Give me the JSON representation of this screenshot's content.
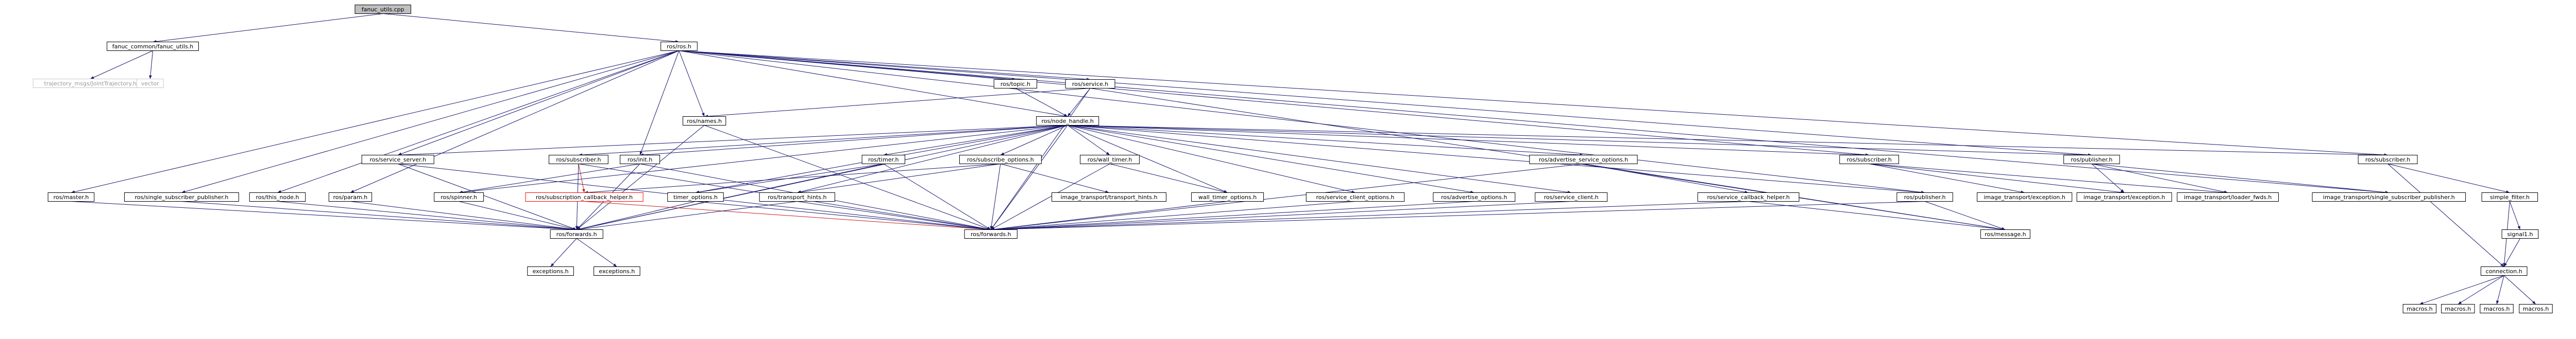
{
  "colors": {
    "edge": "#191970",
    "edge_red": "#c81e1e",
    "node_border": "#000000",
    "node_fill": "#ffffff",
    "root_fill": "#bfbfbf",
    "missing_text": "#9a9a9a",
    "missing_border": "#c8c8c8",
    "red_border": "#ff0000"
  },
  "nodes": {
    "fanuc_utils_cpp": {
      "label": "fanuc_utils.cpp",
      "style": "root"
    },
    "fanuc_common_fanuc_utils_h": {
      "label": "fanuc_common/fanuc_utils.h",
      "style": "normal"
    },
    "trajectory_msgs_jointtrajectory_h": {
      "label": "trajectory_msgs/JointTrajectory.h",
      "style": "missing"
    },
    "vector": {
      "label": "vector",
      "style": "missing"
    },
    "ros_ros_h": {
      "label": "ros/ros.h",
      "style": "normal"
    },
    "ros_topic_h": {
      "label": "ros/topic.h",
      "style": "normal"
    },
    "ros_service_h": {
      "label": "ros/service.h",
      "style": "normal"
    },
    "ros_names_h": {
      "label": "ros/names.h",
      "style": "normal"
    },
    "ros_node_handle_h": {
      "label": "ros/node_handle.h",
      "style": "normal"
    },
    "ros_service_server_h": {
      "label": "ros/service_server.h",
      "style": "normal"
    },
    "ros_subscriber_h_1": {
      "label": "ros/subscriber.h",
      "style": "normal"
    },
    "ros_init_h": {
      "label": "ros/init.h",
      "style": "normal"
    },
    "ros_timer_h": {
      "label": "ros/timer.h",
      "style": "normal"
    },
    "ros_subscribe_options_h": {
      "label": "ros/subscribe_options.h",
      "style": "normal"
    },
    "ros_wall_timer_h": {
      "label": "ros/wall_timer.h",
      "style": "normal"
    },
    "ros_advertise_service_options_h": {
      "label": "ros/advertise_service_options.h",
      "style": "normal"
    },
    "ros_subscriber_h_2": {
      "label": "ros/subscriber.h",
      "style": "normal"
    },
    "ros_publisher_h_1": {
      "label": "ros/publisher.h",
      "style": "normal"
    },
    "ros_subscriber_h_3": {
      "label": "ros/subscriber.h",
      "style": "normal"
    },
    "ros_master_h": {
      "label": "ros/master.h",
      "style": "normal"
    },
    "ros_single_subscriber_publisher_h": {
      "label": "ros/single_subscriber_publisher.h",
      "style": "normal"
    },
    "ros_this_node_h": {
      "label": "ros/this_node.h",
      "style": "normal"
    },
    "ros_param_h": {
      "label": "ros/param.h",
      "style": "normal"
    },
    "ros_spinner_h": {
      "label": "ros/spinner.h",
      "style": "normal"
    },
    "ros_subscription_callback_helper_h": {
      "label": "ros/subscription_callback_helper.h",
      "style": "red"
    },
    "timer_options_h": {
      "label": "timer_options.h",
      "style": "normal"
    },
    "ros_transport_hints_h": {
      "label": "ros/transport_hints.h",
      "style": "normal"
    },
    "image_transport_transport_hints_h": {
      "label": "image_transport/transport_hints.h",
      "style": "normal"
    },
    "wall_timer_options_h": {
      "label": "wall_timer_options.h",
      "style": "normal"
    },
    "ros_service_client_options_h": {
      "label": "ros/service_client_options.h",
      "style": "normal"
    },
    "ros_advertise_options_h": {
      "label": "ros/advertise_options.h",
      "style": "normal"
    },
    "ros_service_client_h": {
      "label": "ros/service_client.h",
      "style": "normal"
    },
    "ros_service_callback_helper_h": {
      "label": "ros/service_callback_helper.h",
      "style": "normal"
    },
    "ros_publisher_h_2": {
      "label": "ros/publisher.h",
      "style": "normal"
    },
    "image_transport_exception_h_1": {
      "label": "image_transport/exception.h",
      "style": "normal"
    },
    "image_transport_exception_h_2": {
      "label": "image_transport/exception.h",
      "style": "normal"
    },
    "image_transport_loader_fwds_h": {
      "label": "image_transport/loader_fwds.h",
      "style": "normal"
    },
    "image_transport_single_subscriber_publisher_h": {
      "label": "image_transport/single_subscriber_publisher.h",
      "style": "normal"
    },
    "simple_filter_h": {
      "label": "simple_filter.h",
      "style": "normal"
    },
    "signal1_h": {
      "label": "signal1.h",
      "style": "normal"
    },
    "ros_forwards_h_1": {
      "label": "ros/forwards.h",
      "style": "normal"
    },
    "ros_forwards_h_2": {
      "label": "ros/forwards.h",
      "style": "normal"
    },
    "ros_message_h": {
      "label": "ros/message.h",
      "style": "normal"
    },
    "connection_h": {
      "label": "connection.h",
      "style": "normal"
    },
    "exceptions_h_1": {
      "label": "exceptions.h",
      "style": "normal"
    },
    "exceptions_h_2": {
      "label": "exceptions.h",
      "style": "normal"
    },
    "macros_h_1": {
      "label": "macros.h",
      "style": "normal"
    },
    "macros_h_2": {
      "label": "macros.h",
      "style": "normal"
    },
    "macros_h_3": {
      "label": "macros.h",
      "style": "normal"
    },
    "macros_h_4": {
      "label": "macros.h",
      "style": "normal"
    }
  },
  "edges": [
    [
      "fanuc_utils_cpp",
      "fanuc_common_fanuc_utils_h"
    ],
    [
      "fanuc_utils_cpp",
      "ros_ros_h"
    ],
    [
      "fanuc_common_fanuc_utils_h",
      "trajectory_msgs_jointtrajectory_h"
    ],
    [
      "fanuc_common_fanuc_utils_h",
      "vector"
    ],
    [
      "ros_ros_h",
      "ros_topic_h"
    ],
    [
      "ros_ros_h",
      "ros_service_h"
    ],
    [
      "ros_ros_h",
      "ros_names_h"
    ],
    [
      "ros_ros_h",
      "ros_node_handle_h"
    ],
    [
      "ros_ros_h",
      "ros_master_h"
    ],
    [
      "ros_ros_h",
      "ros_single_subscriber_publisher_h"
    ],
    [
      "ros_ros_h",
      "ros_this_node_h"
    ],
    [
      "ros_ros_h",
      "ros_param_h"
    ],
    [
      "ros_ros_h",
      "ros_service_server_h"
    ],
    [
      "ros_ros_h",
      "ros_init_h"
    ],
    [
      "ros_ros_h",
      "ros_subscriber_h_2"
    ],
    [
      "ros_ros_h",
      "ros_publisher_h_1"
    ],
    [
      "ros_ros_h",
      "ros_subscriber_h_3"
    ],
    [
      "ros_ros_h",
      "image_transport_single_subscriber_publisher_h"
    ],
    [
      "ros_ros_h",
      "ros_publisher_h_2"
    ],
    [
      "ros_topic_h",
      "ros_node_handle_h"
    ],
    [
      "ros_service_h",
      "ros_node_handle_h"
    ],
    [
      "ros_service_h",
      "ros_names_h"
    ],
    [
      "ros_service_h",
      "ros_message_h"
    ],
    [
      "ros_service_h",
      "ros_forwards_h_2"
    ],
    [
      "ros_names_h",
      "ros_forwards_h_1"
    ],
    [
      "ros_names_h",
      "ros_forwards_h_2"
    ],
    [
      "ros_node_handle_h",
      "ros_service_server_h"
    ],
    [
      "ros_node_handle_h",
      "ros_subscriber_h_1"
    ],
    [
      "ros_node_handle_h",
      "ros_init_h"
    ],
    [
      "ros_node_handle_h",
      "ros_timer_h"
    ],
    [
      "ros_node_handle_h",
      "ros_subscribe_options_h"
    ],
    [
      "ros_node_handle_h",
      "ros_wall_timer_h"
    ],
    [
      "ros_node_handle_h",
      "ros_advertise_service_options_h"
    ],
    [
      "ros_node_handle_h",
      "ros_subscriber_h_2"
    ],
    [
      "ros_node_handle_h",
      "ros_publisher_h_1"
    ],
    [
      "ros_node_handle_h",
      "ros_subscriber_h_3"
    ],
    [
      "ros_node_handle_h",
      "ros_spinner_h"
    ],
    [
      "ros_node_handle_h",
      "timer_options_h"
    ],
    [
      "ros_node_handle_h",
      "ros_transport_hints_h"
    ],
    [
      "ros_node_handle_h",
      "wall_timer_options_h"
    ],
    [
      "ros_node_handle_h",
      "ros_service_client_options_h"
    ],
    [
      "ros_node_handle_h",
      "ros_advertise_options_h"
    ],
    [
      "ros_node_handle_h",
      "ros_service_client_h"
    ],
    [
      "ros_node_handle_h",
      "ros_publisher_h_2"
    ],
    [
      "ros_node_handle_h",
      "ros_forwards_h_1"
    ],
    [
      "ros_node_handle_h",
      "ros_forwards_h_2"
    ],
    [
      "ros_service_server_h",
      "ros_forwards_h_1"
    ],
    [
      "ros_service_server_h",
      "ros_forwards_h_2"
    ],
    [
      "ros_subscriber_h_1",
      "ros_subscription_callback_helper_h",
      "red"
    ],
    [
      "ros_subscriber_h_1",
      "ros_forwards_h_1"
    ],
    [
      "ros_subscriber_h_1",
      "ros_forwards_h_2"
    ],
    [
      "ros_init_h",
      "ros_spinner_h"
    ],
    [
      "ros_init_h",
      "ros_forwards_h_1"
    ],
    [
      "ros_init_h",
      "ros_forwards_h_2"
    ],
    [
      "ros_timer_h",
      "timer_options_h"
    ],
    [
      "ros_timer_h",
      "ros_forwards_h_1"
    ],
    [
      "ros_timer_h",
      "ros_forwards_h_2"
    ],
    [
      "ros_subscribe_options_h",
      "ros_transport_hints_h"
    ],
    [
      "ros_subscribe_options_h",
      "image_transport_transport_hints_h"
    ],
    [
      "ros_subscribe_options_h",
      "ros_subscription_callback_helper_h"
    ],
    [
      "ros_subscribe_options_h",
      "ros_forwards_h_2"
    ],
    [
      "ros_wall_timer_h",
      "wall_timer_options_h"
    ],
    [
      "ros_wall_timer_h",
      "ros_forwards_h_2"
    ],
    [
      "ros_advertise_service_options_h",
      "ros_service_callback_helper_h"
    ],
    [
      "ros_advertise_service_options_h",
      "ros_forwards_h_2"
    ],
    [
      "ros_advertise_service_options_h",
      "ros_message_h"
    ],
    [
      "ros_subscriber_h_2",
      "image_transport_exception_h_1"
    ],
    [
      "ros_subscriber_h_2",
      "image_transport_exception_h_2"
    ],
    [
      "ros_subscriber_h_2",
      "image_transport_loader_fwds_h"
    ],
    [
      "ros_publisher_h_1",
      "image_transport_exception_h_2"
    ],
    [
      "ros_publisher_h_1",
      "image_transport_loader_fwds_h"
    ],
    [
      "ros_publisher_h_1",
      "image_transport_single_subscriber_publisher_h"
    ],
    [
      "ros_subscriber_h_3",
      "simple_filter_h"
    ],
    [
      "ros_subscriber_h_3",
      "connection_h"
    ],
    [
      "simple_filter_h",
      "signal1_h"
    ],
    [
      "simple_filter_h",
      "connection_h"
    ],
    [
      "signal1_h",
      "connection_h"
    ],
    [
      "ros_master_h",
      "ros_forwards_h_1"
    ],
    [
      "ros_single_subscriber_publisher_h",
      "ros_forwards_h_1"
    ],
    [
      "ros_this_node_h",
      "ros_forwards_h_1"
    ],
    [
      "ros_param_h",
      "ros_forwards_h_1"
    ],
    [
      "ros_spinner_h",
      "ros_forwards_h_1"
    ],
    [
      "ros_subscription_callback_helper_h",
      "ros_forwards_h_2",
      "red"
    ],
    [
      "timer_options_h",
      "ros_forwards_h_1"
    ],
    [
      "timer_options_h",
      "ros_forwards_h_2"
    ],
    [
      "ros_transport_hints_h",
      "ros_forwards_h_1"
    ],
    [
      "ros_transport_hints_h",
      "ros_forwards_h_2"
    ],
    [
      "wall_timer_options_h",
      "ros_forwards_h_2"
    ],
    [
      "ros_service_client_options_h",
      "ros_forwards_h_2"
    ],
    [
      "ros_advertise_options_h",
      "ros_forwards_h_2"
    ],
    [
      "ros_service_client_h",
      "ros_forwards_h_2"
    ],
    [
      "ros_service_callback_helper_h",
      "ros_forwards_h_2"
    ],
    [
      "ros_service_callback_helper_h",
      "ros_message_h"
    ],
    [
      "ros_publisher_h_2",
      "ros_forwards_h_2"
    ],
    [
      "ros_publisher_h_2",
      "ros_message_h"
    ],
    [
      "ros_forwards_h_1",
      "exceptions_h_1"
    ],
    [
      "ros_forwards_h_1",
      "exceptions_h_2"
    ],
    [
      "connection_h",
      "macros_h_1"
    ],
    [
      "connection_h",
      "macros_h_2"
    ],
    [
      "connection_h",
      "macros_h_3"
    ],
    [
      "connection_h",
      "macros_h_4"
    ]
  ]
}
